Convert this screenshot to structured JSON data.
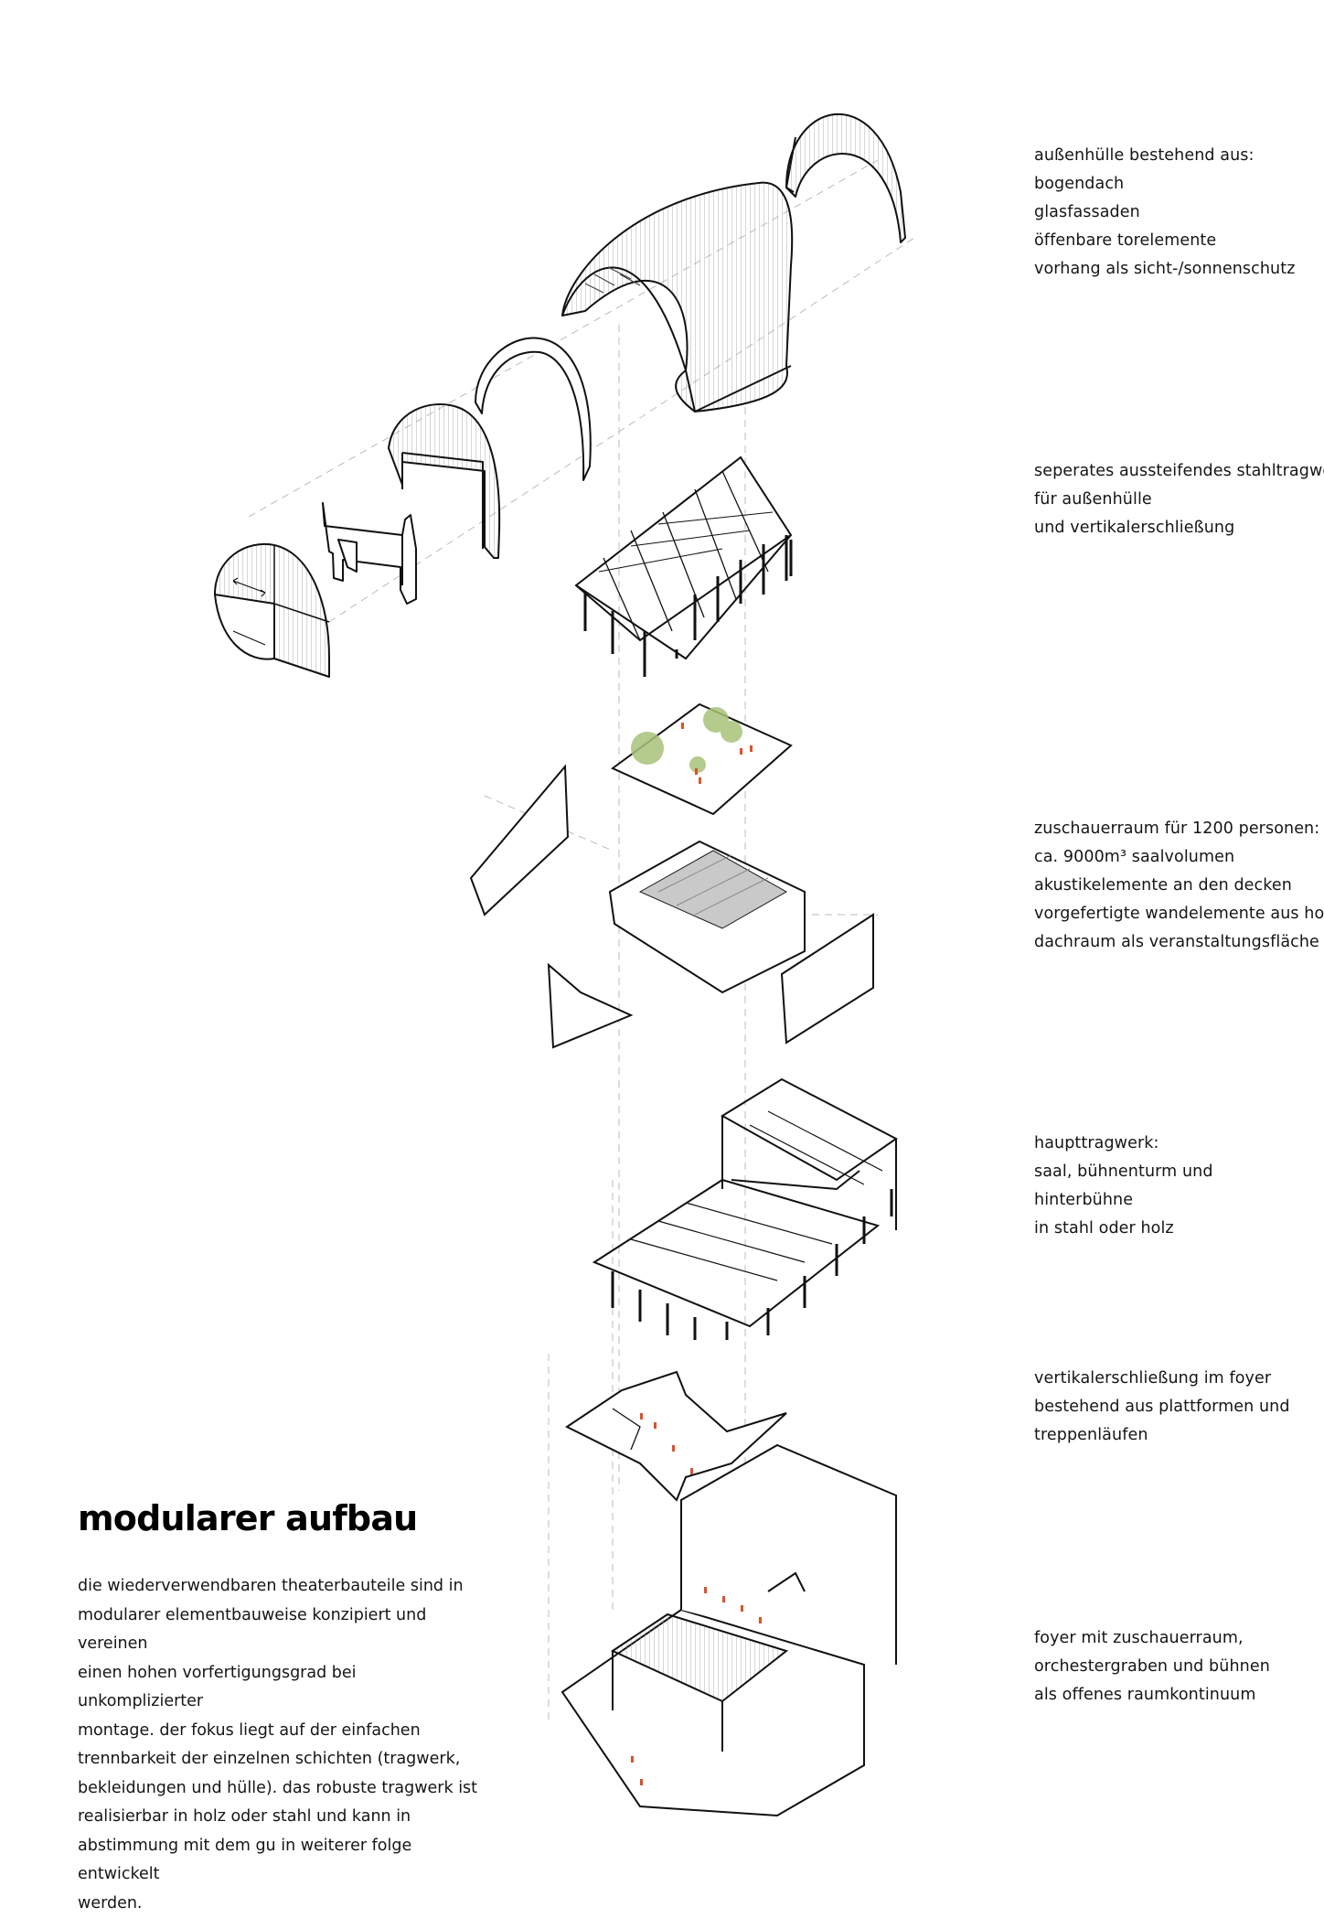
{
  "heading": "modularer aufbau",
  "description": "die wiederverwendbaren theaterbauteile sind in modularer elementbauweise konzipiert und vereinen einen hohen vorfertigungsgrad bei unkomplizierter montage. der fokus liegt auf der einfachen trennbarkeit der einzelnen schichten (tragwerk, bekleidungen und hülle). das robuste tragwerk ist realisierbar in holz oder stahl und kann in abstimmung mit dem gu in weiterer folge entwickelt werden.",
  "description_lines": [
    "die wiederverwendbaren theaterbauteile sind in",
    "modularer elementbauweise konzipiert und vereinen",
    "einen hohen vorfertigungsgrad bei unkomplizierter",
    "montage. der fokus liegt auf der einfachen",
    "trennbarkeit der einzelnen schichten (tragwerk,",
    "bekleidungen und hülle). das robuste tragwerk ist",
    "realisierbar in holz oder stahl und kann in",
    "abstimmung mit dem gu in weiterer folge entwickelt",
    "werden."
  ],
  "annotations": [
    {
      "lines": [
        "außenhülle bestehend aus:",
        "bogendach",
        "glasfassaden",
        "öffenbare torelemente",
        "vorhang als sicht-/sonnenschutz"
      ]
    },
    {
      "lines": [
        "seperates aussteifendes stahltragwerk",
        "für außenhülle",
        "und vertikalerschließung"
      ]
    },
    {
      "lines": [
        "zuschauerraum für 1200 personen:",
        "ca. 9000m³ saalvolumen",
        "akustikelemente an den decken",
        "vorgefertigte wandelemente aus holz",
        "dachraum als veranstaltungsfläche"
      ]
    },
    {
      "lines": [
        "haupttragwerk:",
        "saal, bühnenturm und",
        "hinterbühne",
        "in stahl oder holz"
      ]
    },
    {
      "lines": [
        "vertikalerschließung im foyer",
        "bestehend aus plattformen und",
        "treppenläufen"
      ]
    },
    {
      "lines": [
        "foyer mit zuschauerraum,",
        "orchestergraben und bühnen",
        "als offenes raumkontinuum"
      ]
    }
  ],
  "colors": {
    "ink": "#111111",
    "hatch": "#9a9a9a",
    "guide": "#bbbbbb",
    "tree": "#a9c27a",
    "people": "#d9532b",
    "panel": "#c9c9c9"
  }
}
